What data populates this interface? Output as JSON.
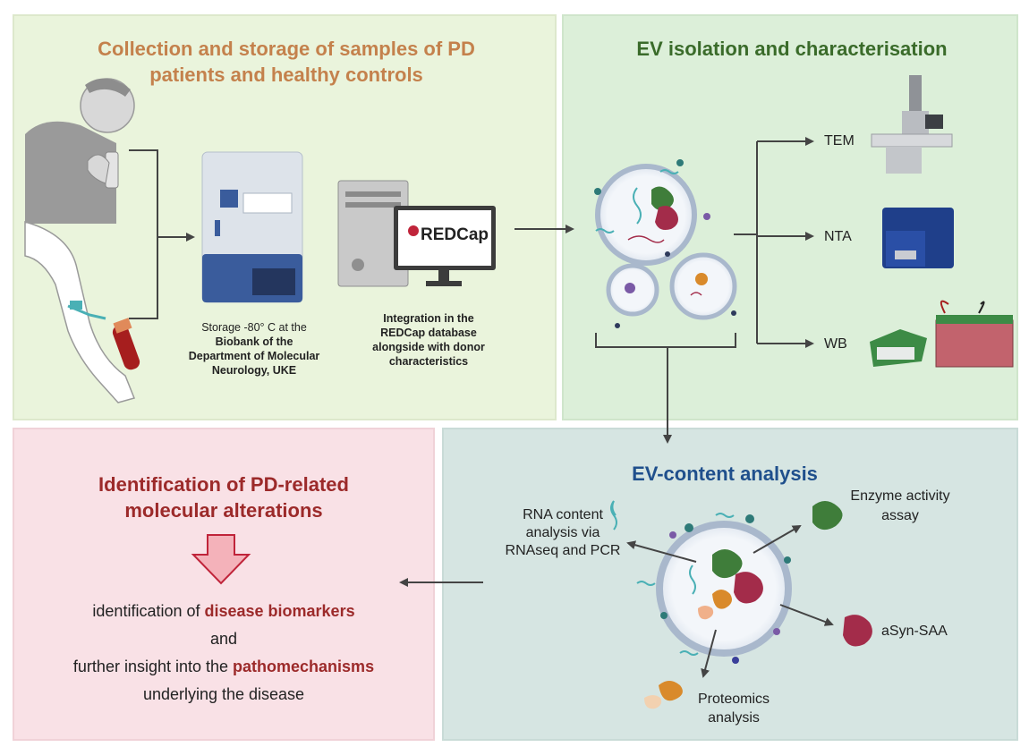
{
  "collection": {
    "title_line1": "Collection and storage of samples of PD",
    "title_line2": "patients and healthy controls",
    "storage_line1": "Storage -80° C at the",
    "storage_line2": "Biobank of the",
    "storage_line3": "Department of Molecular",
    "storage_line4": "Neurology, UKE",
    "integration_line1": "Integration in the",
    "integration_line2": "REDCap database",
    "integration_line3": "alongside with donor",
    "integration_line4": "characteristics",
    "redcap_logo": "REDCap"
  },
  "ev": {
    "title": "EV isolation and characterisation",
    "methods": [
      "TEM",
      "NTA",
      "WB"
    ]
  },
  "content": {
    "title": "EV-content analysis",
    "rna_line1": "RNA content",
    "rna_line2": "analysis via",
    "rna_line3": "RNAseq and PCR",
    "enzyme_line1": "Enzyme activity",
    "enzyme_line2": "assay",
    "asyn": "aSyn-SAA",
    "prot_line1": "Proteomics",
    "prot_line2": "analysis"
  },
  "identification": {
    "title_line1": "Identification of PD-related",
    "title_line2": "molecular alterations",
    "line1_pre": "identification of ",
    "line1_hl": "disease biomarkers",
    "line2": "and",
    "line3_pre": "further insight into the ",
    "line3_hl": "pathomechanisms",
    "line4": "underlying the disease"
  },
  "colors": {
    "arrow": "#444444",
    "vesicle_ring": "#a9b8cc",
    "protein_green": "#3f7d3a",
    "protein_red": "#a32c4a",
    "protein_orange": "#d98a2b",
    "freezer_blue": "#3a5c9c",
    "redcap_red": "#c0243a"
  }
}
